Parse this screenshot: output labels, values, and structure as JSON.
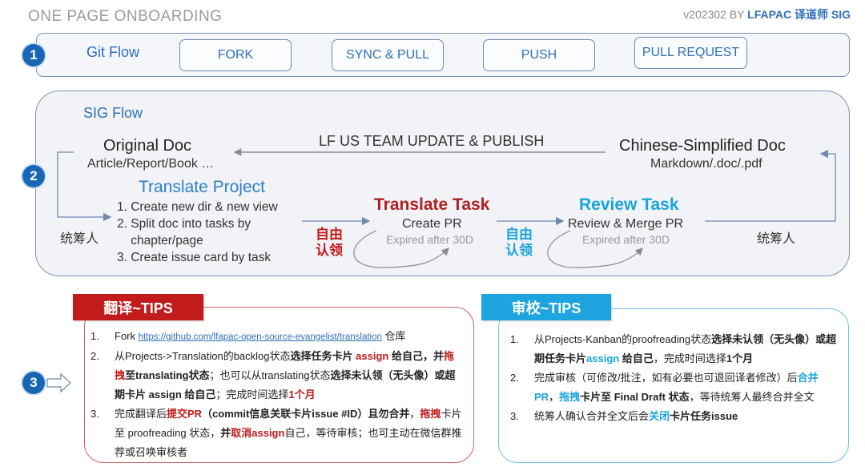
{
  "header": {
    "title": "ONE PAGE ONBOARDING",
    "version_prefix": "v202302 BY",
    "version_org": "LFAPAC 译道师 SIG"
  },
  "step_numbers": [
    "1",
    "2",
    "3"
  ],
  "git_flow": {
    "label": "Git Flow",
    "buttons": [
      "FORK",
      "SYNC & PULL",
      "PUSH",
      "PULL REQUEST"
    ]
  },
  "sig_flow": {
    "label": "SIG Flow",
    "original_doc": {
      "title": "Original Doc",
      "subtitle": "Article/Report/Book …"
    },
    "publish_label": "LF US TEAM UPDATE & PUBLISH",
    "chinese_doc": {
      "title": "Chinese-Simplified Doc",
      "subtitle": "Markdown/.doc/.pdf"
    },
    "coordinator_left": "统筹人",
    "coordinator_right": "统筹人",
    "translate_project": {
      "title": "Translate Project",
      "steps": [
        "1. Create new dir & new view",
        "2. Split doc into tasks by",
        "    chapter/page",
        "3. Create issue card by task"
      ]
    },
    "claim_1": [
      "自由",
      "认领"
    ],
    "translate_task": {
      "title": "Translate Task",
      "action": "Create PR",
      "note": "Expired after 30D"
    },
    "claim_2": [
      "自由",
      "认领"
    ],
    "review_task": {
      "title": "Review Task",
      "action": "Review & Merge PR",
      "note": "Expired after 30D"
    }
  },
  "tips_translate": {
    "tag": "翻译~TIPS",
    "items": [
      {
        "num": "1.",
        "parts": [
          [
            "n",
            "Fork "
          ],
          [
            "link",
            "https://github.com/lfapac-open-source-evangelist/translation"
          ],
          [
            "n",
            "  仓库"
          ]
        ]
      },
      {
        "num": "2.",
        "parts": [
          [
            "n",
            "从Projects->Translation的backlog状态"
          ],
          [
            "b",
            "选择任务卡片 "
          ],
          [
            "r",
            "assign"
          ],
          [
            "b",
            " 给自己，并"
          ],
          [
            "r",
            "拖拽"
          ],
          [
            "b",
            "至translating状态"
          ],
          [
            "n",
            "；也可以从translating状态"
          ],
          [
            "b",
            "选择未认领（无头像）或超期卡片 assign 给自己"
          ],
          [
            "n",
            "；完成时间选择"
          ],
          [
            "r",
            "1个月"
          ]
        ]
      },
      {
        "num": "3.",
        "parts": [
          [
            "n",
            "完成翻译后"
          ],
          [
            "r",
            "提交PR"
          ],
          [
            "b",
            "（commit信息关联卡片issue #ID）且勿合并"
          ],
          [
            "n",
            "，"
          ],
          [
            "r",
            "拖拽"
          ],
          [
            "n",
            "卡片至 proofreading 状态，"
          ],
          [
            "b",
            "并"
          ],
          [
            "r",
            "取消assign"
          ],
          [
            "n",
            "自己，等待审核；也可主动在微信群推荐或召唤审核者"
          ]
        ]
      }
    ]
  },
  "tips_review": {
    "tag": "审校~TIPS",
    "items": [
      {
        "num": "1.",
        "parts": [
          [
            "n",
            "从Projects-Kanban的proofreading状态"
          ],
          [
            "b",
            "选择未认领（无头像）或超期任务卡片"
          ],
          [
            "c",
            "assign"
          ],
          [
            "b",
            " 给自己"
          ],
          [
            "n",
            "，完成时间选择"
          ],
          [
            "b",
            "1个月"
          ]
        ]
      },
      {
        "num": "2.",
        "parts": [
          [
            "n",
            "完成审核（可修改/批注，如有必要也可退回译者修改）后"
          ],
          [
            "c",
            "合并PR"
          ],
          [
            "n",
            "，"
          ],
          [
            "c",
            "拖拽"
          ],
          [
            "b",
            "卡片至 Final Draft  状态"
          ],
          [
            "n",
            "，等待统筹人最终合并全文"
          ]
        ]
      },
      {
        "num": "3.",
        "parts": [
          [
            "n",
            "统筹人确认合并全文后会"
          ],
          [
            "c",
            "关闭"
          ],
          [
            "b",
            "卡片任务issue"
          ]
        ]
      }
    ]
  },
  "colors": {
    "accent_blue": "#2f6fb8",
    "red": "#c11b1b",
    "cyan": "#1ea5df"
  }
}
